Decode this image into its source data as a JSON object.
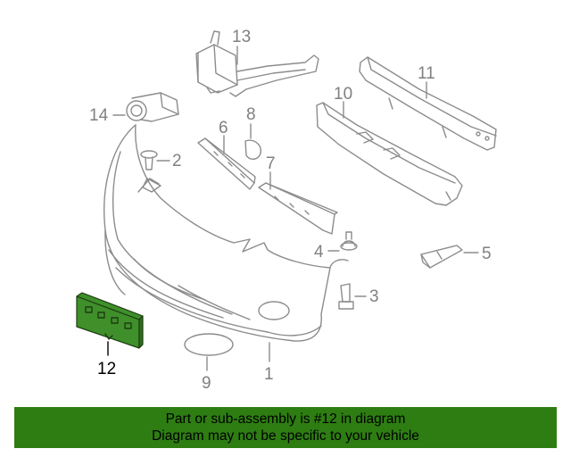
{
  "diagram": {
    "callouts": {
      "c1": "1",
      "c2": "2",
      "c3": "3",
      "c4": "4",
      "c5": "5",
      "c6": "6",
      "c7": "7",
      "c8": "8",
      "c9": "9",
      "c10": "10",
      "c11": "11",
      "c12": "12",
      "c13": "13",
      "c14": "14"
    },
    "highlighted_part": "12",
    "colors": {
      "line": "#8c8c8c",
      "highlight_fill": "#3f8f2a",
      "highlight_stroke": "#1e3d12"
    }
  },
  "footer": {
    "line1": "Part or sub-assembly is #12 in diagram",
    "line2": "Diagram may not be specific to your vehicle",
    "background": "#2e7d12"
  }
}
